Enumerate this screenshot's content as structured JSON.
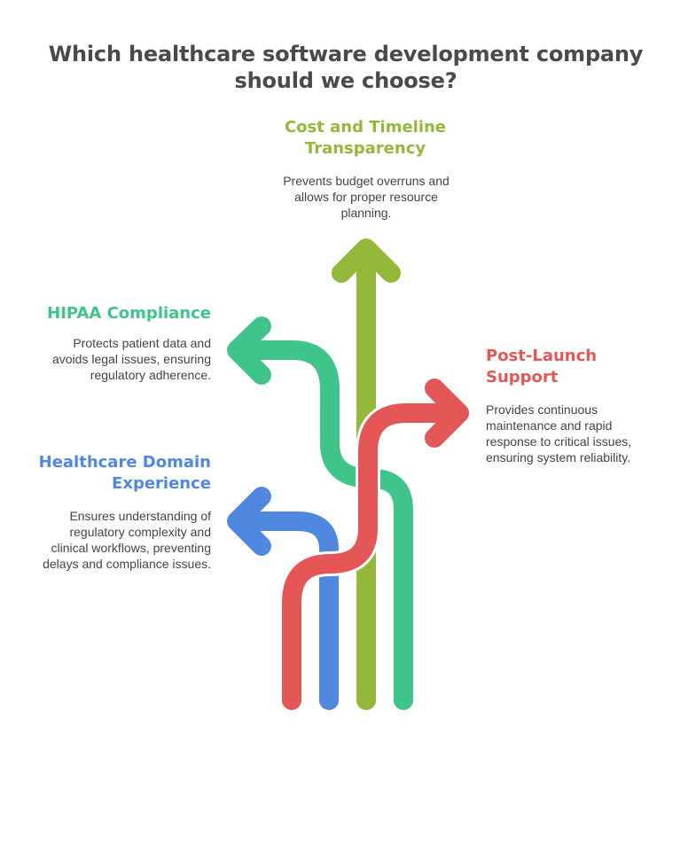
{
  "title": "Which healthcare software development company should we choose?",
  "colors": {
    "cost": "#93b83a",
    "hipaa": "#3fc48a",
    "domain": "#5088e0",
    "support": "#e55757"
  },
  "sections": {
    "cost": {
      "heading": "Cost and Timeline Transparency",
      "description": "Prevents budget overruns and allows for proper resource planning.",
      "icon": "arrow-up-icon"
    },
    "hipaa": {
      "heading": "HIPAA Compliance",
      "description": "Protects patient data and avoids legal issues, ensuring regulatory adherence.",
      "icon": "arrow-left-icon"
    },
    "domain": {
      "heading": "Healthcare Domain Experience",
      "description": "Ensures understanding of regulatory complexity and clinical workflows, preventing delays and compliance issues.",
      "icon": "arrow-left-icon"
    },
    "support": {
      "heading": "Post-Launch Support",
      "description": "Provides continuous maintenance and rapid response to critical issues, ensuring system reliability.",
      "icon": "arrow-right-icon"
    }
  }
}
